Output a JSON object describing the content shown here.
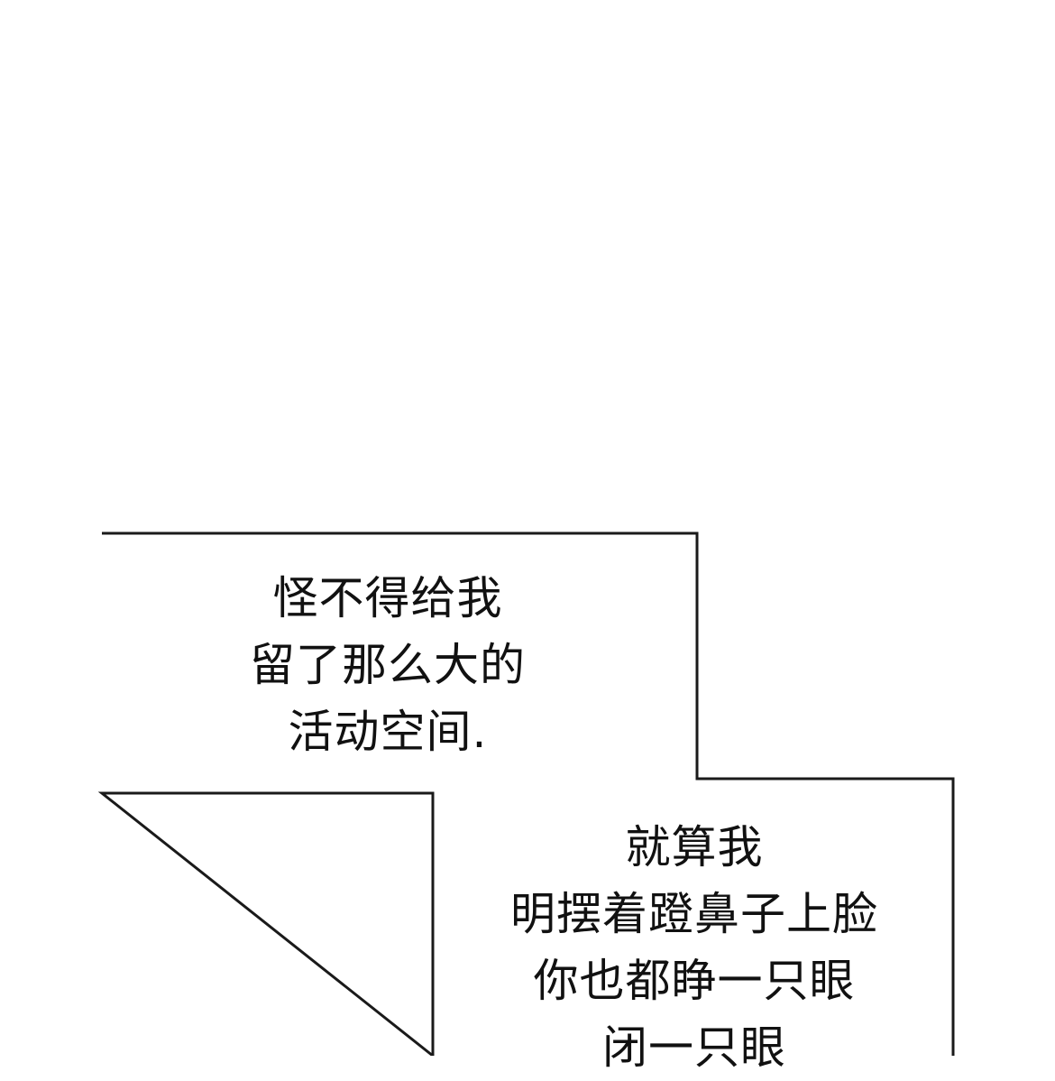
{
  "captions": {
    "first": {
      "lines": [
        "怪不得给我",
        "留了那么大的",
        "活动空间."
      ]
    },
    "second": {
      "lines": [
        "就算我",
        "明摆着蹬鼻子上脸",
        "你也都睁一只眼",
        "闭一只眼"
      ]
    }
  },
  "colors": {
    "background": "#ffffff",
    "outline": "#1a1a1a",
    "text": "#111111"
  }
}
